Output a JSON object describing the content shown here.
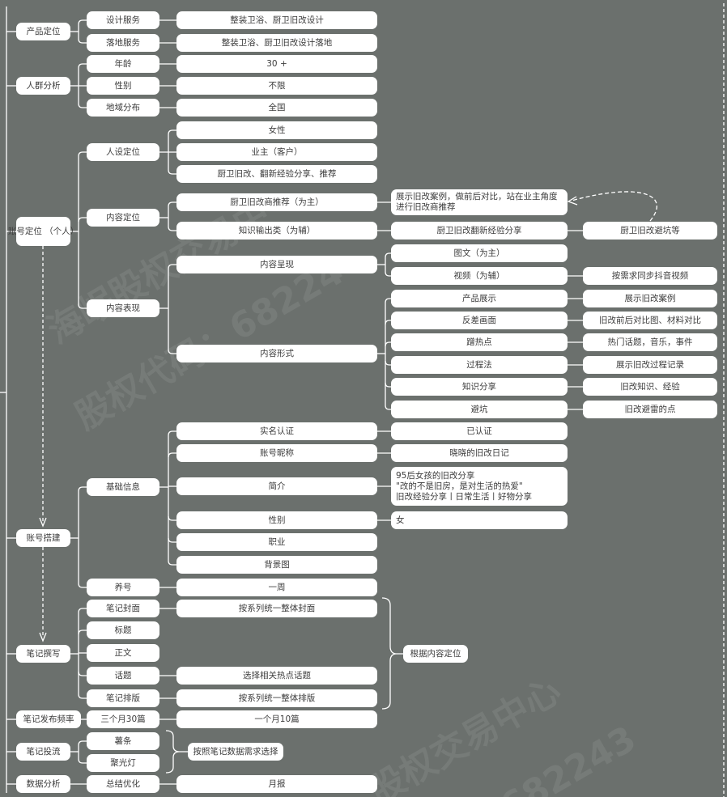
{
  "nodes": {
    "cp_dingwei": "产品定位",
    "sheji_fuwu": "设计服务",
    "sheji_fuwu_v": "整装卫浴、厨卫旧改设计",
    "luodi_fuwu": "落地服务",
    "luodi_fuwu_v": "整装卫浴、厨卫旧改设计落地",
    "renqun": "人群分析",
    "nianling": "年龄",
    "nianling_v": "30 +",
    "xingbie": "性别",
    "xingbie_v": "不限",
    "diyu": "地域分布",
    "diyu_v": "全国",
    "zhanghao_dw": "账号定位\n（个人）",
    "renshe": "人设定位",
    "nvxing": "女性",
    "yezhu": "业主（客户）",
    "chuwei_fenxiang": "厨卫旧改、翻新经验分享、推荐",
    "neirong_dw": "内容定位",
    "chuwei_tuijian": "厨卫旧改商推荐（为主）",
    "zhanshi_anli": "展示旧改案例，做前后对比，站在业主角度进行旧改商推荐",
    "zhishi_shuchu": "知识输出类（为辅）",
    "jingyan_fenxiang": "厨卫旧改翻新经验分享",
    "bikeng_deng": "厨卫旧改避坑等",
    "neirong_bx": "内容表现",
    "neirong_cx": "内容呈现",
    "tuwen": "图文（为主）",
    "shipin": "视频（为辅）",
    "douyin": "按需求同步抖音视频",
    "neirong_xs": "内容形式",
    "chanpin_zs": "产品展示",
    "chanpin_zs_v": "展示旧改案例",
    "fancha": "反差画面",
    "fancha_v": "旧改前后对比图、材料对比",
    "redian": "蹭热点",
    "redian_v": "热门话题，音乐，事件",
    "guocheng": "过程法",
    "guocheng_v": "展示旧改过程记录",
    "zhishi_fx": "知识分享",
    "zhishi_fx_v": "旧改知识、经验",
    "bikeng": "避坑",
    "bikeng_v": "旧改避雷的点",
    "zhanghao_dj": "账号搭建",
    "jichu_xinxi": "基础信息",
    "shiming": "实名认证",
    "shiming_v": "已认证",
    "nicheng": "账号昵称",
    "nicheng_v": "晓晓的旧改日记",
    "jianjie": "简介",
    "jianjie_v": "95后女孩的旧改分享\n\"改的不是旧房，是对生活的热爱\"\n旧改经验分享丨日常生活丨好物分享",
    "xb": "性别",
    "xb_v": "女",
    "zhiye": "职业",
    "beijing": "背景图",
    "yanghao": "养号",
    "yanghao_v": "一周",
    "biji_zx": "笔记撰写",
    "fengmian": "笔记封面",
    "fengmian_v": "按系列统一整体封面",
    "biaoti": "标题",
    "zhengwen": "正文",
    "huati": "话题",
    "huati_v": "选择相关热点话题",
    "paiban": "笔记排版",
    "paiban_v": "按系列统一整体排版",
    "genju": "根据内容定位",
    "pinlv": "笔记发布频率",
    "pinlv_v": "三个月30篇",
    "pinlv_v2": "一个月10篇",
    "toulie": "笔记投流",
    "shutiao": "薯条",
    "juguang": "聚光灯",
    "anzhao": "按照笔记数据需求选择",
    "shuju": "数据分析",
    "zongjie": "总结优化",
    "yuebao": "月报"
  },
  "watermarks": {
    "w1": "海岷股权交易中",
    "w2": "股权代码：68224",
    "w3": "股权交易中心",
    "w4": "682243"
  }
}
